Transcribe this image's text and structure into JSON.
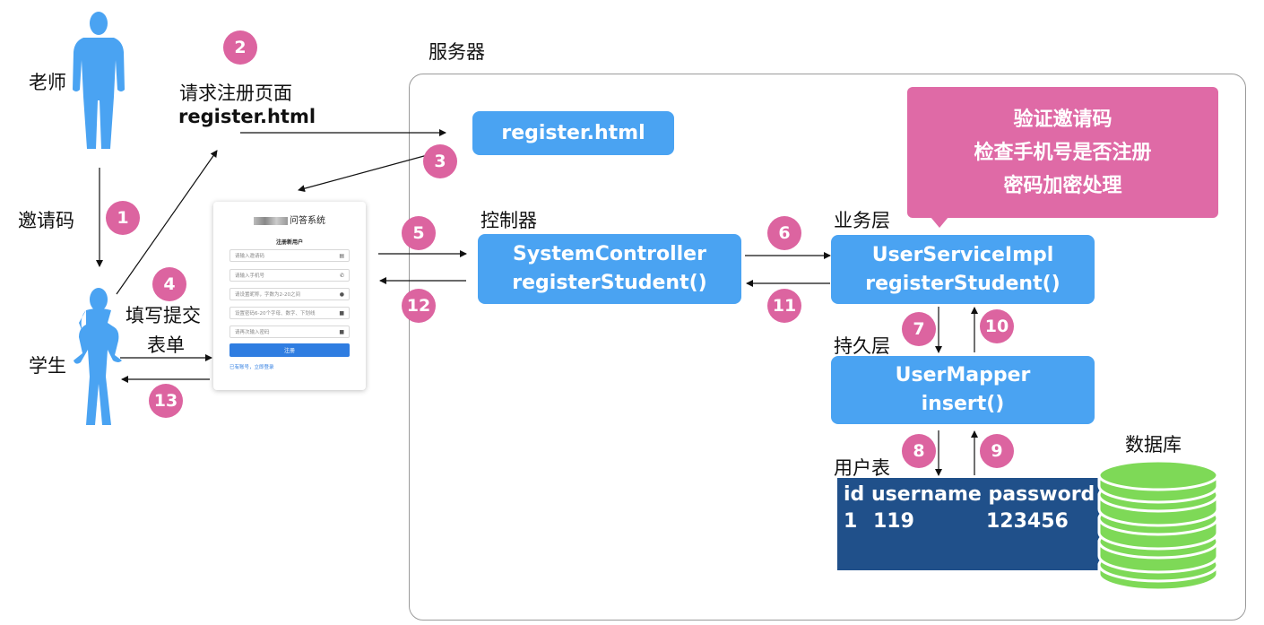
{
  "actors": {
    "teacher": "老师",
    "student": "学生"
  },
  "server_title": "服务器",
  "request_page_label": [
    "请求注册页面",
    "register.html"
  ],
  "invite_code_label": "邀请码",
  "fill_form_label": [
    "填写提交",
    "表单"
  ],
  "boxes": {
    "register_html": "register.html",
    "controller_heading": "控制器",
    "controller": [
      "SystemController",
      "registerStudent()"
    ],
    "service_heading": "业务层",
    "service": [
      "UserServiceImpl",
      "registerStudent()"
    ],
    "persistence_heading": "持久层",
    "mapper": [
      "UserMapper",
      "insert()"
    ],
    "user_table_heading": "用户表",
    "database_heading": "数据库"
  },
  "service_notes": [
    "验证邀请码",
    "检查手机号是否注册",
    "密码加密处理"
  ],
  "user_table": {
    "header": "id username password",
    "row_id": "1",
    "row_username": "119",
    "row_password": "123456"
  },
  "steps": [
    "1",
    "2",
    "3",
    "4",
    "5",
    "6",
    "7",
    "8",
    "9",
    "10",
    "11",
    "12",
    "13"
  ],
  "form": {
    "title": "问答系统",
    "subtitle": "注册新用户",
    "fields": [
      {
        "placeholder": "请输入邀请码",
        "icon": "▤"
      },
      {
        "placeholder": "请输入手机号",
        "icon": "✆"
      },
      {
        "placeholder": "请设置昵称，字数为2-20之间",
        "icon": "●"
      },
      {
        "placeholder": "设置密码6-20个字母、数字、下划线",
        "icon": "■"
      },
      {
        "placeholder": "请再次输入密码",
        "icon": "■"
      }
    ],
    "submit": "注册",
    "login_link": "已有账号，立即登录"
  },
  "colors": {
    "person": "#4aa3f2",
    "box": "#4aa3f2",
    "badge": "#dc64a0",
    "note": "#df6aa6",
    "table": "#20508a",
    "database": "#7ed957"
  }
}
